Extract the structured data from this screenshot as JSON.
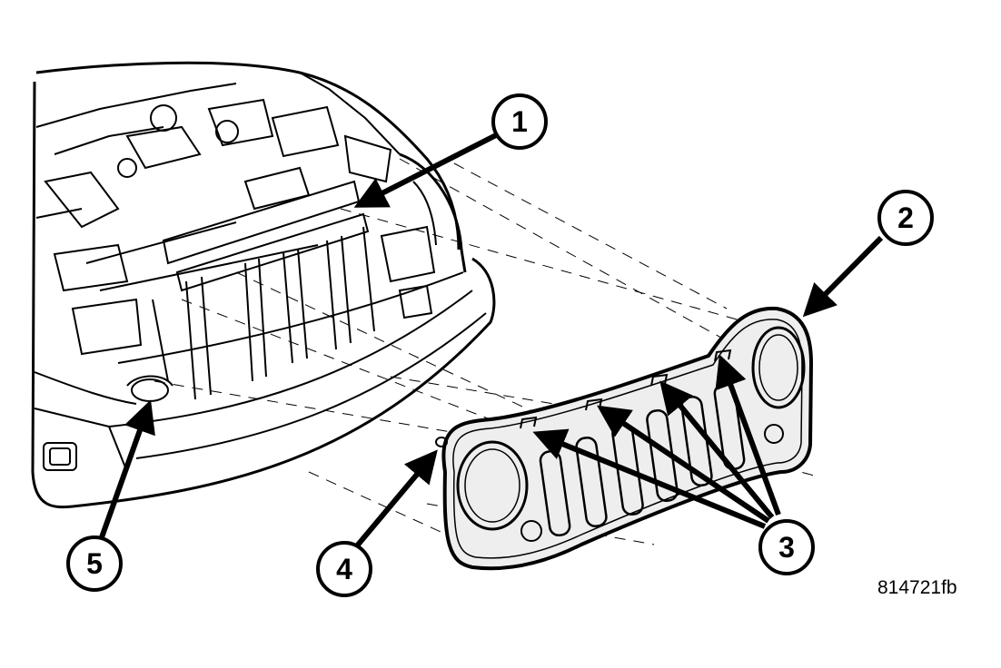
{
  "figure": {
    "figure_id": "814721fb",
    "callouts": [
      {
        "number": "1"
      },
      {
        "number": "2"
      },
      {
        "number": "3"
      },
      {
        "number": "4"
      },
      {
        "number": "5"
      }
    ]
  },
  "colors": {
    "ink": "#000000",
    "paper": "#ffffff",
    "grille_fill": "#eeeeee"
  }
}
